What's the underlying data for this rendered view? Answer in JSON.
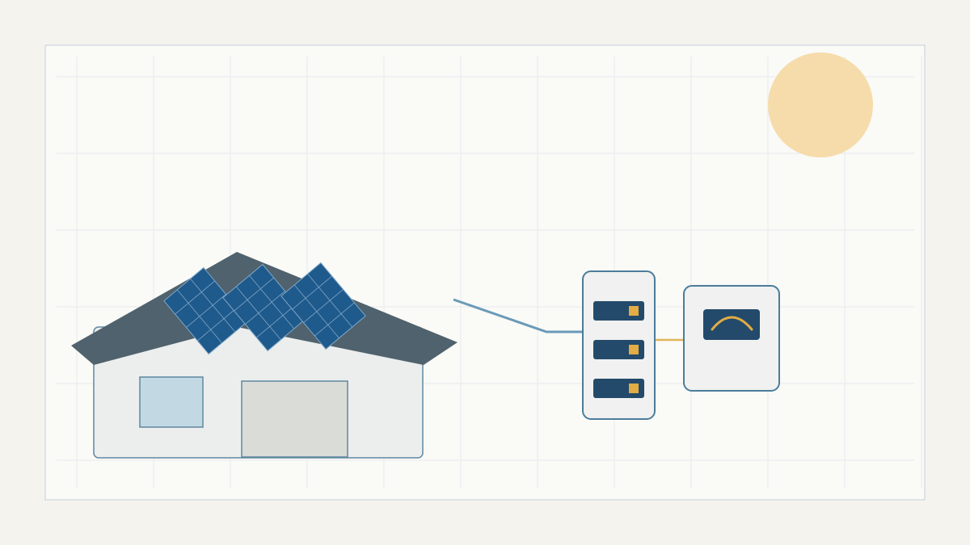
{
  "diagram": {
    "subject": "solar-home-energy-system",
    "components": [
      {
        "id": "sun",
        "icon": "sun-icon"
      },
      {
        "id": "house",
        "icon": "house-icon"
      },
      {
        "id": "solar-panels",
        "icon": "solar-panel-icon",
        "count": 3,
        "grid": [
          3,
          4
        ]
      },
      {
        "id": "battery-stack",
        "icon": "battery-stack-icon",
        "modules": 3
      },
      {
        "id": "inverter",
        "icon": "gauge-icon"
      }
    ],
    "connections": [
      {
        "from": "solar-panels",
        "to": "battery-stack",
        "color": "#6a9ab8"
      },
      {
        "from": "battery-stack",
        "to": "inverter",
        "color": "#e0b45a"
      }
    ]
  },
  "colors": {
    "page_background": "#f4f3ee",
    "canvas_background": "#fafaf7",
    "canvas_border": "#d5dde3",
    "grid_line": "#e7ebee",
    "sun": "#f6dcaa",
    "roof": "#4f626d",
    "house_wall": "#eceeed",
    "house_outline": "#5f87a0",
    "window": "#c2d9e4",
    "garage_door": "#dadcd8",
    "panel": "#1f5a8c",
    "panel_grid": "#7fa7c8",
    "device_body": "#f0f1f0",
    "device_outline": "#4b7d9b",
    "battery_module": "#234a6b",
    "battery_indicator": "#e3ac45",
    "gauge_arc": "#e3ac45",
    "wire_pv": "#6a9ab8",
    "wire_dc": "#e0b45a"
  }
}
